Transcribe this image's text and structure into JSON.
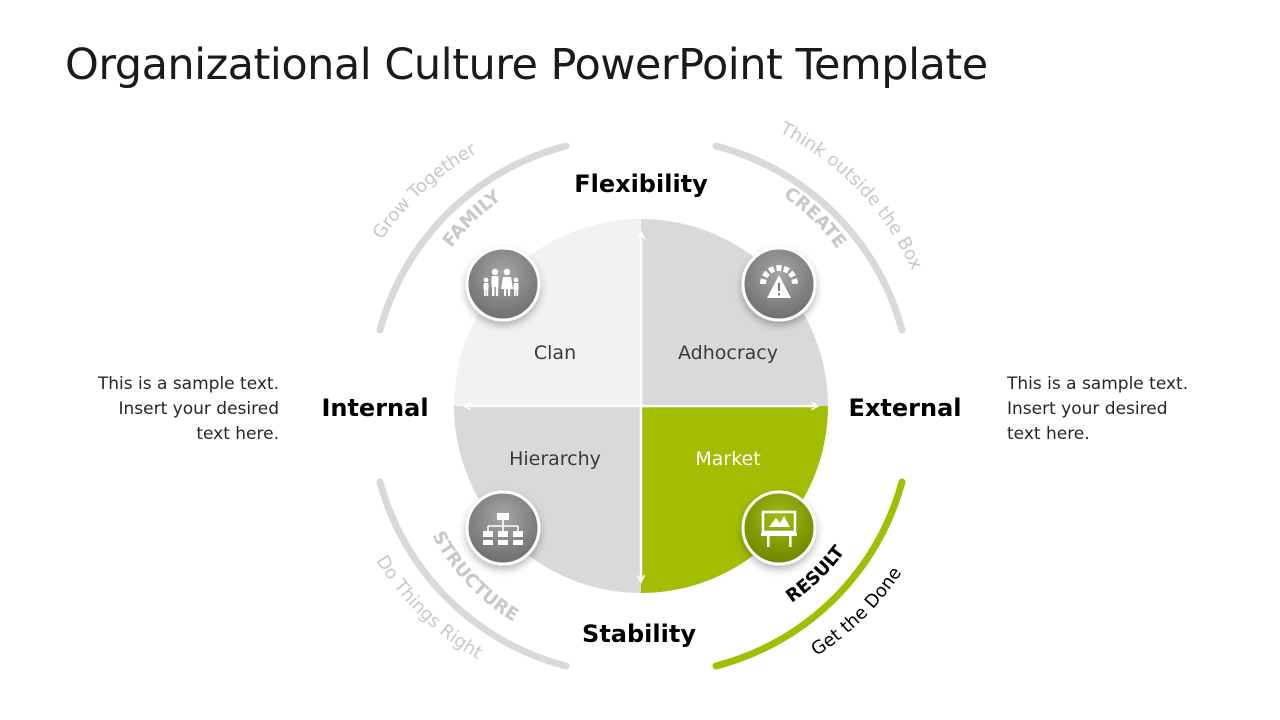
{
  "title": "Organizational Culture PowerPoint Template",
  "axes": {
    "top": "Flexibility",
    "bottom": "Stability",
    "left": "Internal",
    "right": "External"
  },
  "quadrants": [
    {
      "label": "Clan",
      "keyword": "FAMILY",
      "tagline": "Grow Together",
      "icon": "family-icon",
      "color": "#f2f2f2",
      "highlighted": false
    },
    {
      "label": "Adhocracy",
      "keyword": "CREATE",
      "tagline": "Think outside the Box",
      "icon": "create-icon",
      "color": "#d9d9d9",
      "highlighted": false
    },
    {
      "label": "Hierarchy",
      "keyword": "STRUCTURE",
      "tagline": "Do Things Right",
      "icon": "org-chart-icon",
      "color": "#d9d9d9",
      "highlighted": false
    },
    {
      "label": "Market",
      "keyword": "RESULT",
      "tagline": "Get the Done",
      "icon": "billboard-icon",
      "color": "#a2bd02",
      "highlighted": true
    }
  ],
  "side_text": {
    "left": [
      "This is a sample text.",
      "Insert your desired",
      "text here."
    ],
    "right": [
      "This is a sample text.",
      "Insert your desired",
      "text here."
    ]
  },
  "colors": {
    "accent": "#a2bd02",
    "arc_gray": "#d9d9d9",
    "muted_text": "#c8c8c8",
    "icon_gray": "#8c8c8c"
  }
}
